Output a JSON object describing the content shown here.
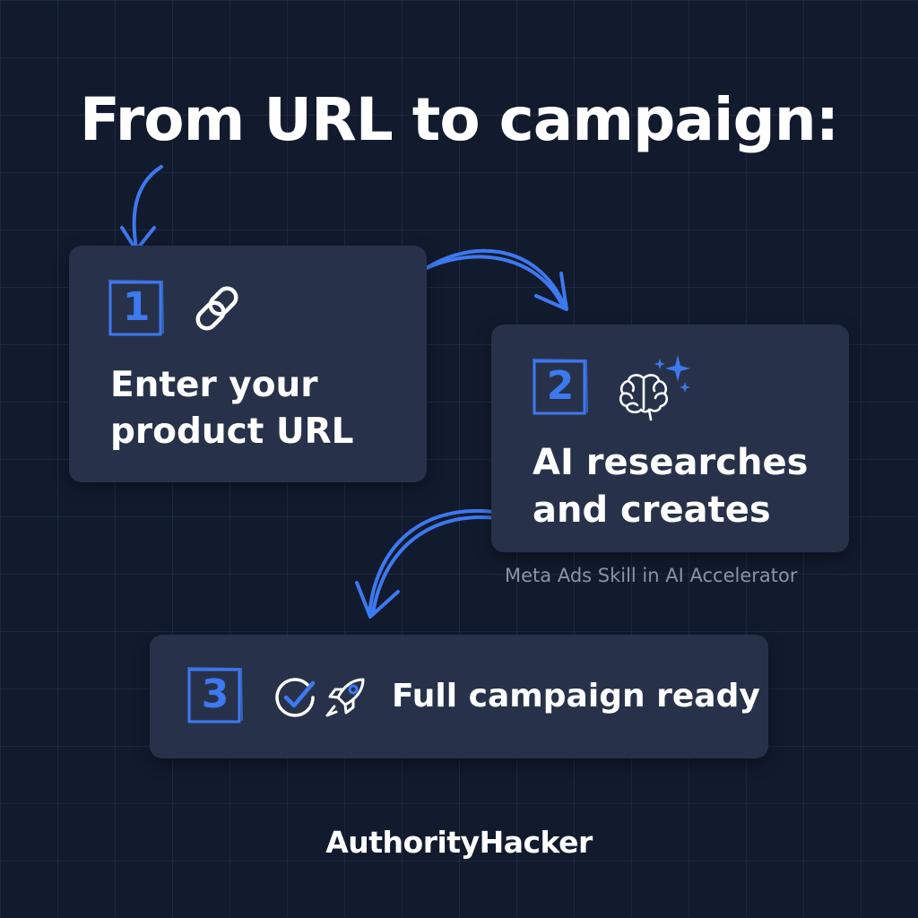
{
  "title": "From URL to campaign:",
  "steps": [
    {
      "number": "1",
      "label": "Enter your\nproduct URL",
      "icons": [
        "link-icon"
      ]
    },
    {
      "number": "2",
      "label": "AI researches\nand creates",
      "icons": [
        "brain-icon",
        "sparkle-icon"
      ]
    },
    {
      "number": "3",
      "label": "Full campaign ready",
      "icons": [
        "check-circle-icon",
        "rocket-icon"
      ]
    }
  ],
  "caption": "Meta Ads Skill in AI Accelerator",
  "brand": "AuthorityHacker",
  "colors": {
    "background": "#121a2e",
    "card": "#27324a",
    "accent": "#3d79ef",
    "text": "#ffffff",
    "muted": "#8a93a8"
  }
}
